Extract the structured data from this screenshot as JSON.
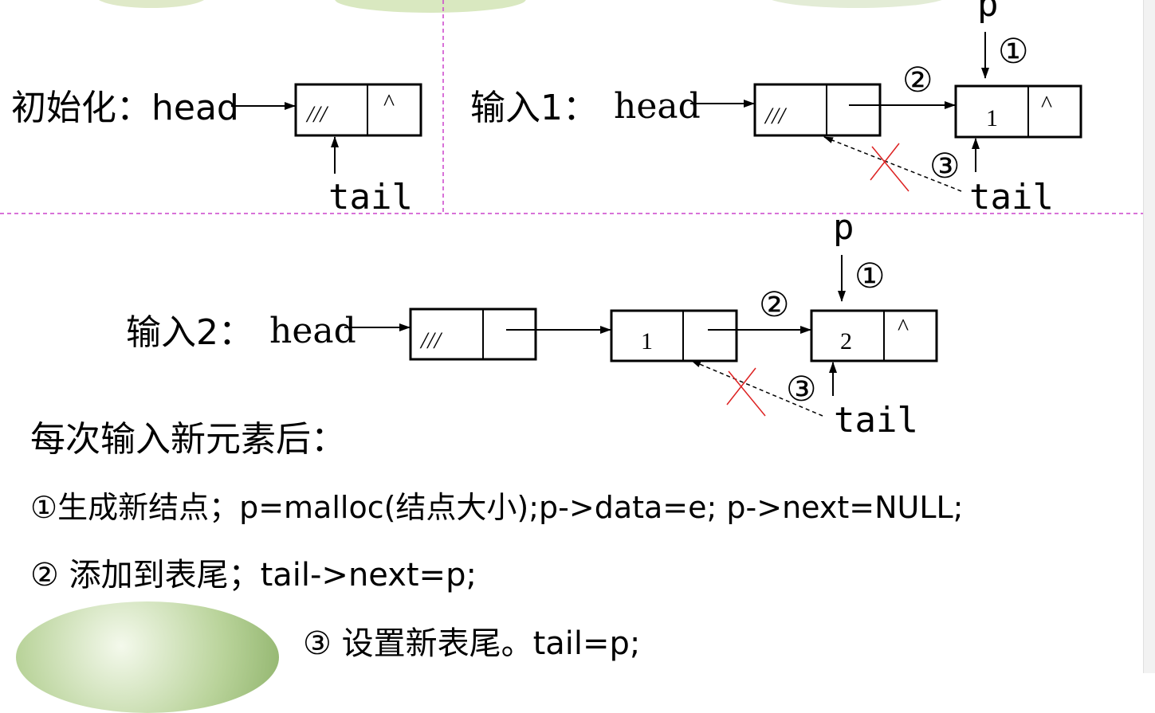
{
  "init": {
    "label": "初始化：head",
    "tail": "tail",
    "empty": "///",
    "null": "^"
  },
  "input1": {
    "label": "输入1：",
    "head": "head",
    "empty": "///",
    "value": "1",
    "null": "^",
    "p": "p",
    "tail": "tail",
    "c1": "①",
    "c2": "②",
    "c3": "③"
  },
  "input2": {
    "label": "输入2：",
    "head": "head",
    "empty": "///",
    "v1": "1",
    "v2": "2",
    "null": "^",
    "p": "p",
    "tail": "tail",
    "c1": "①",
    "c2": "②",
    "c3": "③"
  },
  "notes": {
    "heading": "每次输入新元素后：",
    "step1": "①生成新结点；p=malloc(结点大小);p->data=e;  p->next=NULL;",
    "step2": "②  添加到表尾；tail->next=p;",
    "step3": "③  设置新表尾。tail=p;"
  },
  "colors": {
    "divider": "#cc44cc",
    "cross": "#dd2222"
  }
}
